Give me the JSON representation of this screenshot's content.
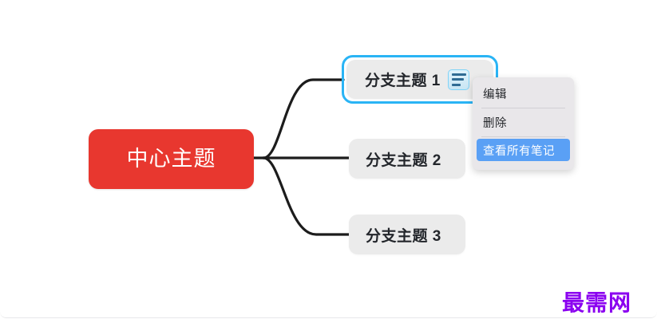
{
  "app": {
    "background_color": "#ffffff",
    "canvas_name": "mindmap-canvas"
  },
  "mindmap": {
    "root": {
      "label": "中心主题",
      "fill_color": "#e8372f",
      "text_color": "#ffffff"
    },
    "branches": [
      {
        "label": "分支主题 1",
        "selected": true,
        "selection_color": "#2ab4f5",
        "fill_color": "#ebebeb",
        "text_color": "#23262b",
        "badge": {
          "icon": "note-lines-icon",
          "border_color": "#7fd3f7",
          "line_color": "#2f6b93"
        }
      },
      {
        "label": "分支主题 2",
        "selected": false,
        "fill_color": "#ebebeb",
        "text_color": "#23262b"
      },
      {
        "label": "分支主题 3",
        "selected": false,
        "fill_color": "#ebebeb",
        "text_color": "#23262b"
      }
    ],
    "edge_color": "#1c1c1c"
  },
  "context_menu": {
    "background_color": "#e9e7ea",
    "highlight_color": "#5aa0f5",
    "items": [
      {
        "label": "编辑",
        "active": false
      },
      {
        "label": "删除",
        "active": false
      },
      {
        "label": "查看所有笔记",
        "active": true
      }
    ]
  },
  "watermark": {
    "text": "最需网",
    "color": "#8b00f0"
  }
}
